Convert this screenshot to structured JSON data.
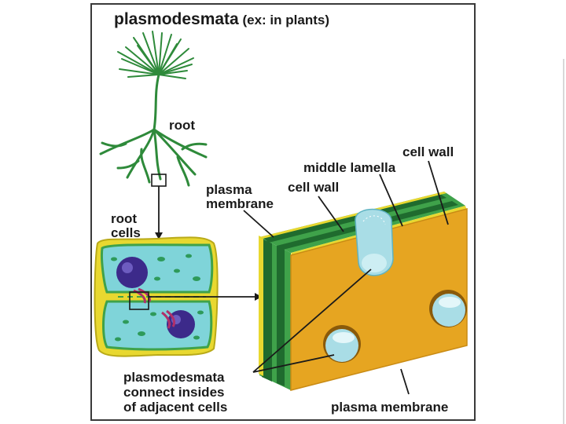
{
  "title": {
    "main": "plasmodesmata",
    "sub": "(ex: in plants)"
  },
  "labels": {
    "root": "root",
    "root_cells_line1": "root",
    "root_cells_line2": "cells",
    "plasma_membrane_line1": "plasma",
    "plasma_membrane_line2": "membrane",
    "cell_wall_inner": "cell wall",
    "middle_lamella": "middle lamella",
    "cell_wall_outer": "cell wall",
    "caption_line1": "plasmodesmata",
    "caption_line2": "connect insides",
    "caption_line3": "of adjacent cells",
    "plasma_membrane_bottom": "plasma membrane"
  },
  "colors": {
    "border": "#3a3a3a",
    "plant_green": "#2e8a3a",
    "wall_green_dark": "#1f6b2e",
    "wall_green_light": "#3fa24a",
    "wall_yellow": "#e8d830",
    "cytoplasm_orange": "#e6a521",
    "cell_cytoplasm": "#6fd0d8",
    "nucleus_purple": "#3c2a8a",
    "pore_blue": "#a9dde6"
  }
}
